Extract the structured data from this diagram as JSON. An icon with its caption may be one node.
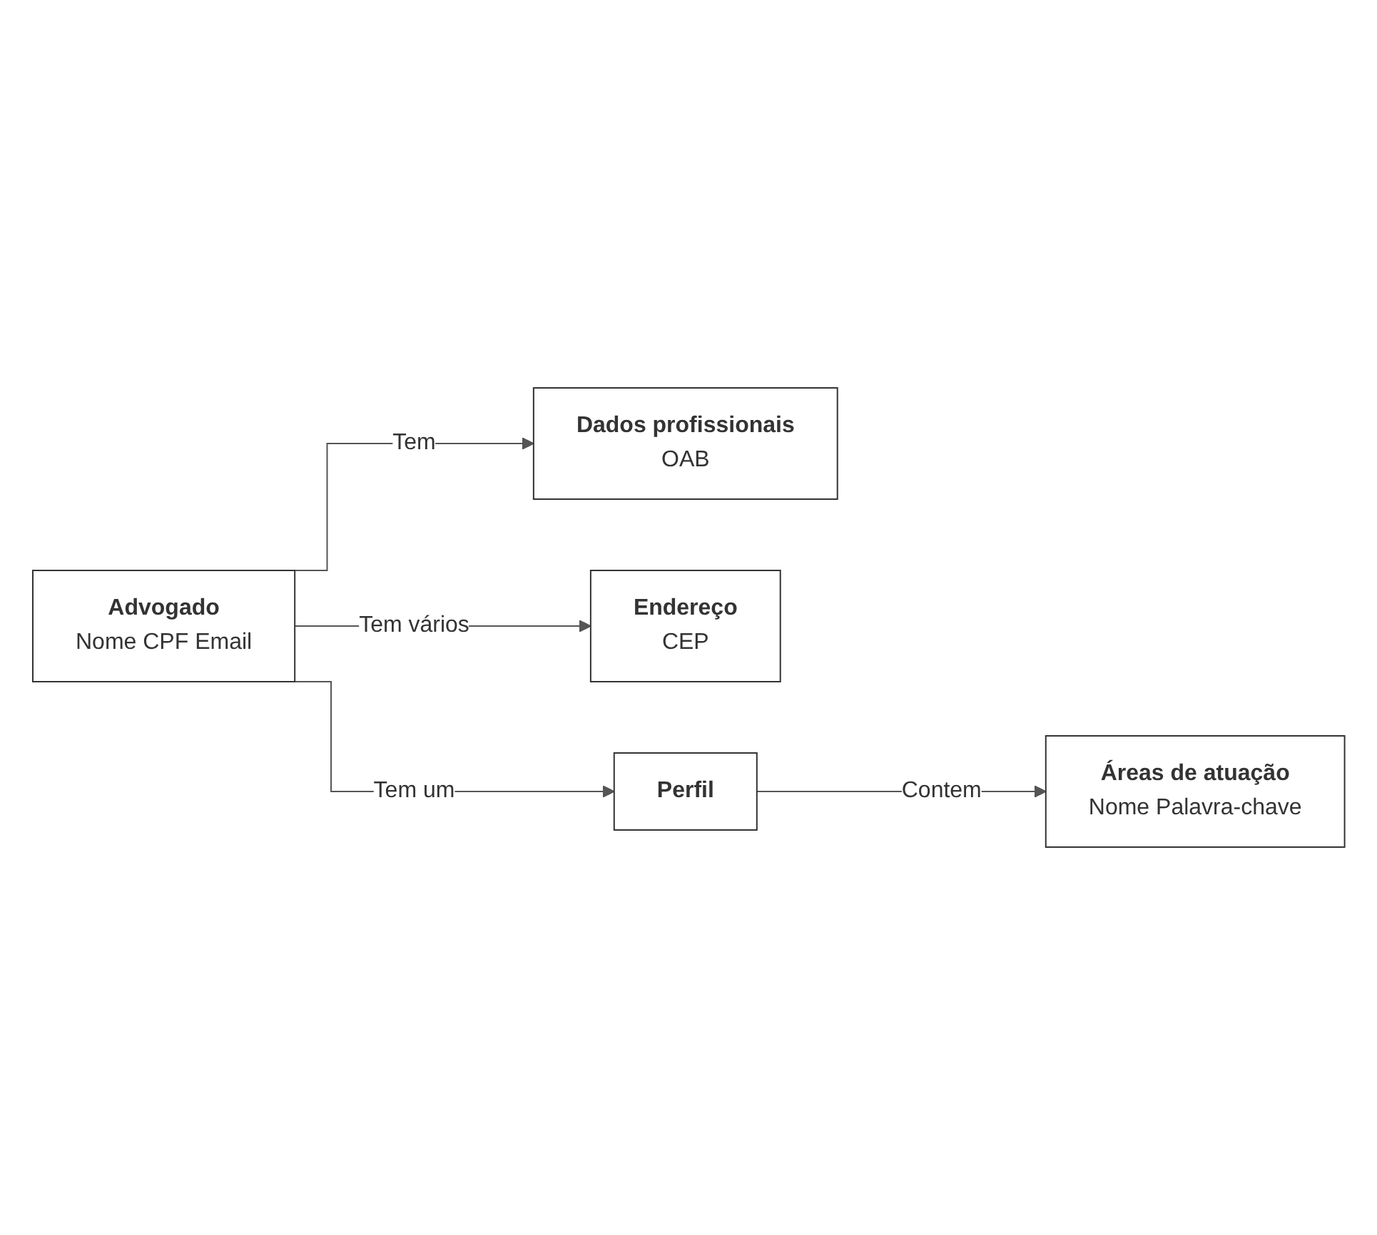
{
  "diagram": {
    "nodes": [
      {
        "text": [
          "Advogado",
          "Nome CPF Email"
        ]
      },
      {
        "text": [
          "Dados profissionais",
          "OAB"
        ]
      },
      {
        "text": [
          "Endereço",
          "CEP"
        ]
      },
      {
        "text": [
          "Perfil"
        ]
      },
      {
        "text": [
          "Áreas de atuação",
          "Nome Palavra-chave"
        ]
      }
    ],
    "edges": [
      {
        "from": 0,
        "to": 1,
        "label": "Tem",
        "arrow": "to"
      },
      {
        "from": 0,
        "to": 2,
        "label": "Tem vários",
        "arrow": "to"
      },
      {
        "from": 0,
        "to": 3,
        "label": "Tem um",
        "arrow": "to"
      },
      {
        "from": 3,
        "to": 4,
        "label": "Contem",
        "arrow": "to"
      }
    ]
  }
}
